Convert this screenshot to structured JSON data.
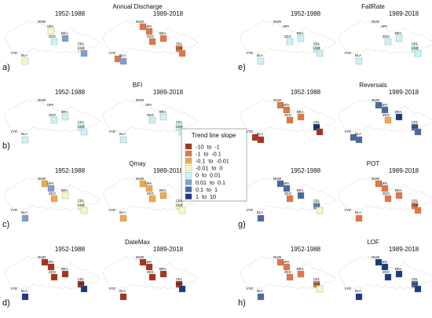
{
  "colors": {
    "-10 to -1": "#a8321c",
    "-1 to -0.1": "#e07744",
    "-0.1 to -0.01": "#f0a848",
    "-0.01 to 0": "#fbf6c6",
    "0 to 0.01": "#c8f4f6",
    "0.01 to 0.1": "#7d9fd6",
    "0.1 to 1": "#4a6a9e",
    "1 to 10": "#1a3a82"
  },
  "legend": {
    "title": "Trend line slope",
    "items": [
      "-10  to  -1",
      "-1  to  -0.1",
      "-0.1  to  -0.01",
      "-0.01  to  0",
      "0  to  0.01",
      "0.01  to  0.1",
      "0.1  to  1",
      "1  to  10"
    ]
  },
  "stations": [
    "MUM",
    "UPA",
    "BRA",
    "ZDO",
    "CEL",
    "VSR",
    "VYD",
    "BLA"
  ],
  "panels": [
    {
      "label": "a)",
      "title": "Annual Discharge",
      "periods": [
        "1952-1988",
        "1989-2018"
      ],
      "values": [
        {
          "MUM": null,
          "UPA": "-0.01 to 0",
          "BRA": "0.01 to 0.1",
          "ZDO": "0 to 0.01",
          "CEL": "-0.01 to 0",
          "VSR": "0.01 to 0.1",
          "VYD": null,
          "BLA": "-0.01 to 0"
        },
        {
          "MUM": "-1 to -0.1",
          "UPA": "-1 to -0.1",
          "BRA": "-1 to -0.1",
          "ZDO": "-1 to -0.1",
          "CEL": "-1 to -0.1",
          "VSR": "-1 to -0.1",
          "VYD": "-1 to -0.1",
          "BLA": "0.01 to 0.1"
        }
      ]
    },
    {
      "label": "b)",
      "title": "BFI",
      "periods": [
        "1952-1988",
        "1989-2018"
      ],
      "values": [
        {
          "MUM": null,
          "UPA": null,
          "BRA": "0 to 0.01",
          "ZDO": "0 to 0.01",
          "CEL": "0 to 0.01",
          "VSR": "0 to 0.01",
          "VYD": null,
          "BLA": "0 to 0.01"
        },
        {
          "MUM": null,
          "UPA": null,
          "BRA": "0 to 0.01",
          "ZDO": "0 to 0.01",
          "CEL": "0 to 0.01",
          "VSR": "0 to 0.01",
          "VYD": null,
          "BLA": "0 to 0.01"
        }
      ]
    },
    {
      "label": "c)",
      "title": "Qmay",
      "periods": [
        "1952-1988",
        "1989-2018"
      ],
      "values": [
        {
          "MUM": "-0.1 to -0.01",
          "UPA": "0.01 to 0.1",
          "BRA": "-0.01 to 0",
          "ZDO": "-0.1 to -0.01",
          "CEL": "-0.01 to 0",
          "VSR": "-0.01 to 0",
          "VYD": null,
          "BLA": "0.01 to 0.1"
        },
        {
          "MUM": "-0.1 to -0.01",
          "UPA": "-0.1 to -0.01",
          "BRA": "-0.1 to -0.01",
          "ZDO": "-0.1 to -0.01",
          "CEL": "-0.01 to 0",
          "VSR": "-0.01 to 0",
          "VYD": null,
          "BLA": "-0.1 to -0.01"
        }
      ]
    },
    {
      "label": "d)",
      "title": "DateMax",
      "periods": [
        "1952-1988",
        "1989-2018"
      ],
      "values": [
        {
          "MUM": "-10 to -1",
          "UPA": "-10 to -1",
          "BRA": "-10 to -1",
          "ZDO": "-10 to -1",
          "CEL": "-10 to -1",
          "VSR": "1 to 10",
          "VYD": null,
          "BLA": "1 to 10"
        },
        {
          "MUM": "-10 to -1",
          "UPA": "-10 to -1",
          "BRA": "-10 to -1",
          "ZDO": "-10 to -1",
          "CEL": "-10 to -1",
          "VSR": "1 to 10",
          "VYD": null,
          "BLA": "-10 to -1"
        }
      ]
    },
    {
      "label": "e)",
      "title": "FallRate",
      "periods": [
        "1952-1988",
        "1989-2018"
      ],
      "values": [
        {
          "MUM": null,
          "UPA": null,
          "BRA": "0 to 0.01",
          "ZDO": "0 to 0.01",
          "CEL": "0 to 0.01",
          "VSR": "0 to 0.01",
          "VYD": null,
          "BLA": "0 to 0.01"
        },
        {
          "MUM": null,
          "UPA": null,
          "BRA": "0 to 0.01",
          "ZDO": "0 to 0.01",
          "CEL": "0 to 0.01",
          "VSR": "0 to 0.01",
          "VYD": null,
          "BLA": "0 to 0.01"
        }
      ]
    },
    {
      "label": "f)",
      "title": "Reversals",
      "periods": [
        "1952-1988",
        "1989-2018"
      ],
      "values": [
        {
          "MUM": "-1 to -0.1",
          "UPA": "-1 to -0.1",
          "BRA": "-1 to -0.1",
          "ZDO": "-1 to -0.1",
          "CEL": "1 to 10",
          "VSR": "-10 to -1",
          "VYD": "-10 to -1",
          "BLA": "-10 to -1"
        },
        {
          "MUM": "0.1 to 1",
          "UPA": "0.1 to 1",
          "BRA": "1 to 10",
          "ZDO": "-0.1 to -0.01",
          "CEL": "0.1 to 1",
          "VSR": "0.1 to 1",
          "VYD": "0.1 to 1",
          "BLA": "0.1 to 1"
        }
      ]
    },
    {
      "label": "g)",
      "title": "POT",
      "periods": [
        "1952-1988",
        "1989-2018"
      ],
      "values": [
        {
          "MUM": "0.1 to 1",
          "UPA": "0.1 to 1",
          "BRA": "0.1 to 1",
          "ZDO": "-1 to -0.1",
          "CEL": "0.01 to 0.1",
          "VSR": "-0.01 to 0",
          "VYD": null,
          "BLA": "0.1 to 1"
        },
        {
          "MUM": "-1 to -0.1",
          "UPA": "-1 to -0.1",
          "BRA": "-1 to -0.1",
          "ZDO": "-1 to -0.1",
          "CEL": "-1 to -0.1",
          "VSR": "-1 to -0.1",
          "VYD": null,
          "BLA": "-1 to -0.1"
        }
      ]
    },
    {
      "label": "h)",
      "title": "LOF",
      "periods": [
        "1952-1988",
        "1989-2018"
      ],
      "values": [
        {
          "MUM": "-1 to -0.1",
          "UPA": "-1 to -0.1",
          "BRA": "-1 to -0.1",
          "ZDO": "-1 to -0.1",
          "CEL": "-1 to -0.1",
          "VSR": "-0.01 to 0",
          "VYD": null,
          "BLA": "0.1 to 1"
        },
        {
          "MUM": "1 to 10",
          "UPA": "1 to 10",
          "BRA": "1 to 10",
          "ZDO": "1 to 10",
          "CEL": "0.1 to 1",
          "VSR": "1 to 10",
          "VYD": null,
          "BLA": "1 to 10"
        }
      ]
    }
  ]
}
